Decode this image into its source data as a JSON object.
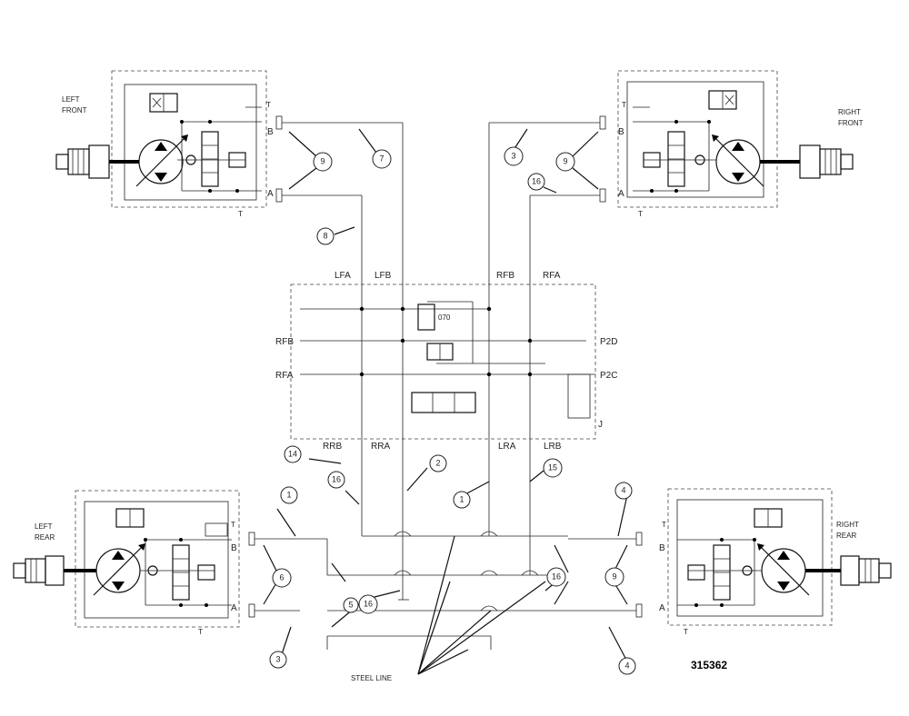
{
  "wheels": {
    "left_front": [
      "LEFT",
      "FRONT"
    ],
    "right_front": [
      "RIGHT",
      "FRONT"
    ],
    "left_rear": [
      "LEFT",
      "REAR"
    ],
    "right_rear": [
      "RIGHT",
      "REAR"
    ]
  },
  "ports": {
    "left_front_b": "B",
    "left_front_a": "A",
    "right_front_b": "B",
    "right_front_a": "A",
    "left_rear_b": "B",
    "left_rear_a": "A",
    "right_rear_b": "B",
    "right_rear_a": "A"
  },
  "manifold": {
    "top": [
      "LFA",
      "LFB",
      "RFB",
      "RFA"
    ],
    "left": [
      "RFB",
      "RFA"
    ],
    "right": [
      "P2D",
      "P2C"
    ],
    "bottom": [
      "RRB",
      "RRA",
      "LRA",
      "LRB"
    ],
    "valve_note": "070",
    "corner": "J"
  },
  "balloons": [
    "9",
    "7",
    "3",
    "9",
    "16",
    "8",
    "14",
    "16",
    "2",
    "1",
    "15",
    "1",
    "4",
    "6",
    "9",
    "16",
    "16",
    "3",
    "5",
    "4"
  ],
  "steel_line": "STEEL LINE",
  "part_number": "315362"
}
